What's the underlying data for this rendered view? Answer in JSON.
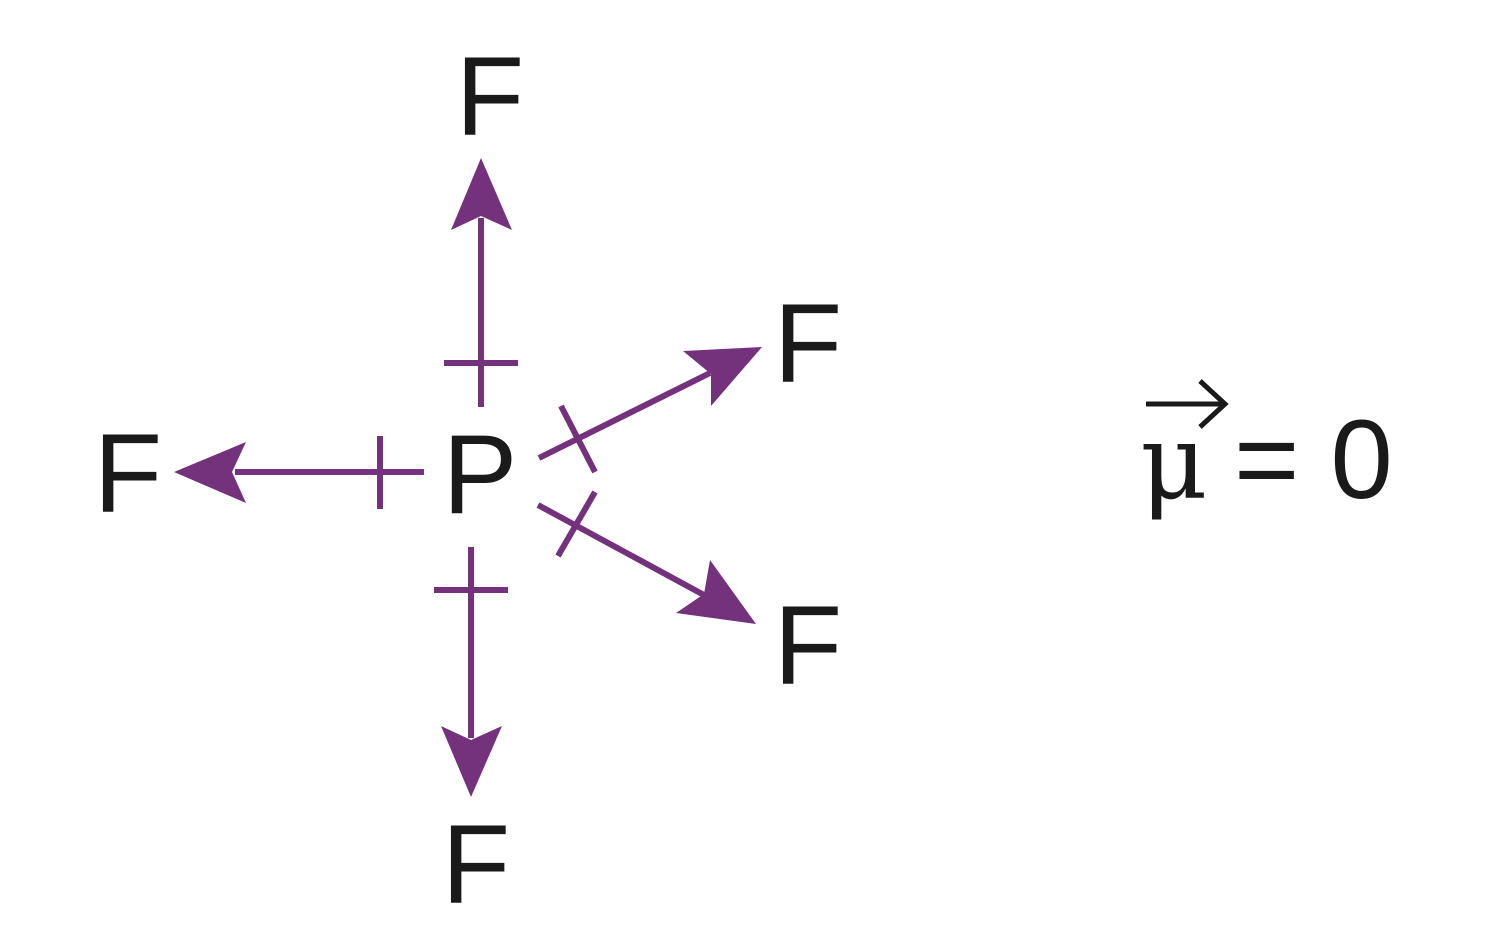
{
  "molecule": {
    "central_atom": "P",
    "ligands": {
      "top": "F",
      "upper_right": "F",
      "left": "F",
      "lower_right": "F",
      "bottom": "F"
    }
  },
  "net_dipole": {
    "symbol": "μ",
    "equation": "= 0"
  },
  "colors": {
    "dipole_arrow": "#74317c",
    "text": "#1a1a1a",
    "background": "#ffffff"
  }
}
